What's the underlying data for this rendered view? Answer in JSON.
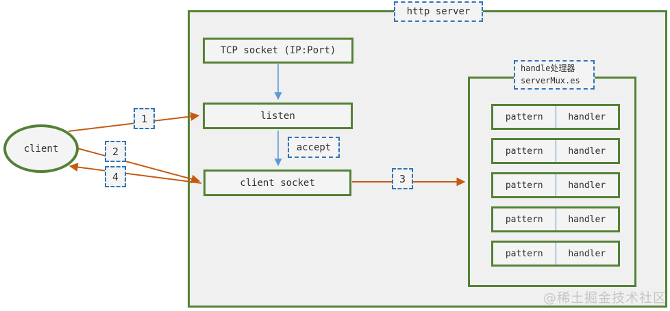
{
  "colors": {
    "green": "#538135",
    "orange": "#C55A11",
    "blue_dashed": "#2E74B5",
    "blue_arrow": "#5B9BD5",
    "box_bg": "#f4f4f4",
    "canvas_bg": "#f0f0f0",
    "text": "#303030",
    "watermark": "#c6c6c6",
    "row_divider": "#4a86c6"
  },
  "labels": {
    "server": "http server",
    "tcp_socket": "TCP socket (IP:Port)",
    "listen": "listen",
    "accept": "accept",
    "client_socket": "client socket",
    "client": "client",
    "mux_title_line1": "handle处理器",
    "mux_title_line2": "serverMux.es",
    "watermark": "@稀土掘金技术社区"
  },
  "steps": {
    "s1": "1",
    "s2": "2",
    "s3": "3",
    "s4": "4"
  },
  "mux_rows": [
    {
      "pattern": "pattern",
      "handler": "handler"
    },
    {
      "pattern": "pattern",
      "handler": "handler"
    },
    {
      "pattern": "pattern",
      "handler": "handler"
    },
    {
      "pattern": "pattern",
      "handler": "handler"
    },
    {
      "pattern": "pattern",
      "handler": "handler"
    }
  ]
}
